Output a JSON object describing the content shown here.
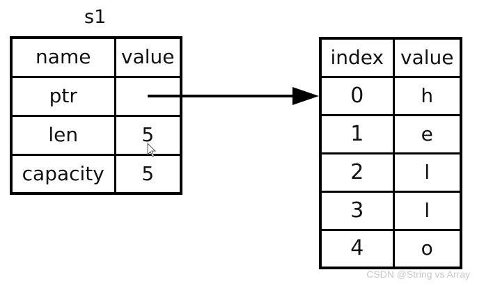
{
  "struct": {
    "title": "s1",
    "headers": [
      "name",
      "value"
    ],
    "rows": [
      {
        "name": "ptr",
        "value": ""
      },
      {
        "name": "len",
        "value": "5"
      },
      {
        "name": "capacity",
        "value": "5"
      }
    ]
  },
  "heap": {
    "headers": [
      "index",
      "value"
    ],
    "rows": [
      {
        "index": "0",
        "value": "h"
      },
      {
        "index": "1",
        "value": "e"
      },
      {
        "index": "2",
        "value": "l"
      },
      {
        "index": "3",
        "value": "l"
      },
      {
        "index": "4",
        "value": "o"
      }
    ]
  },
  "watermark": "CSDN @String vs Array",
  "colors": {
    "line": "#000000",
    "background": "#ffffff",
    "watermark": "#c8c8c8"
  }
}
